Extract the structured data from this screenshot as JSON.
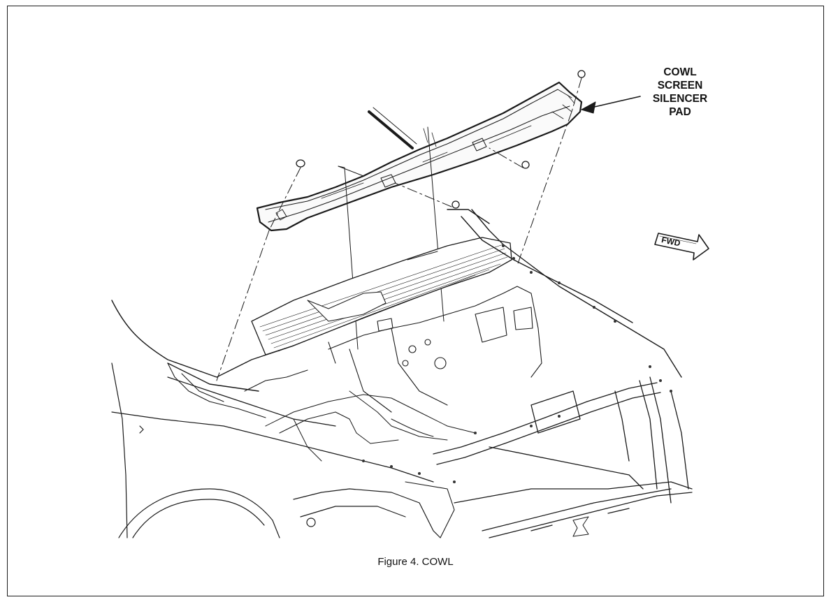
{
  "callout": {
    "lines": [
      "COWL",
      "SCREEN",
      "SILENCER",
      "PAD"
    ]
  },
  "direction_label": "FWD",
  "caption": "Figure 4.  COWL"
}
